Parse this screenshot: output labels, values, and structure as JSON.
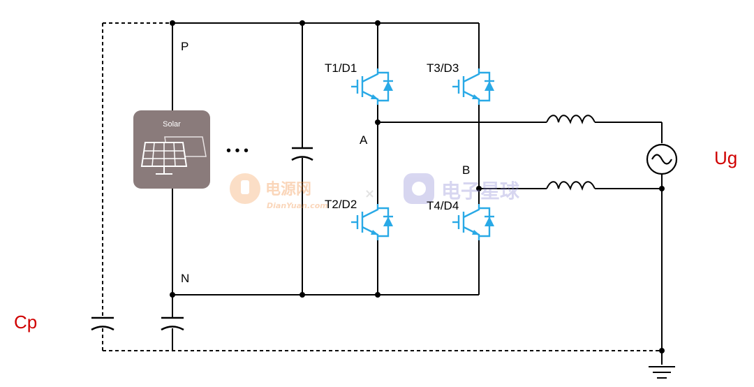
{
  "labels": {
    "p": "P",
    "n": "N",
    "a": "A",
    "b": "B",
    "t1d1": "T1/D1",
    "t3d3": "T3/D3",
    "t2d2": "T2/D2",
    "t4d4": "T4/D4",
    "ug": "Ug",
    "cp": "Cp"
  },
  "solar_panel": {
    "title": "Solar",
    "ellipsis": "• • •",
    "box_color": "#8a7b7b"
  },
  "watermark": {
    "left_cn": "电源网",
    "left_en": "DianYuan.com",
    "separator": "×",
    "right_cn": "电子星球"
  },
  "colors": {
    "wire": "#000000",
    "igbt": "#29a9e6",
    "highlight_label": "#d00000"
  }
}
